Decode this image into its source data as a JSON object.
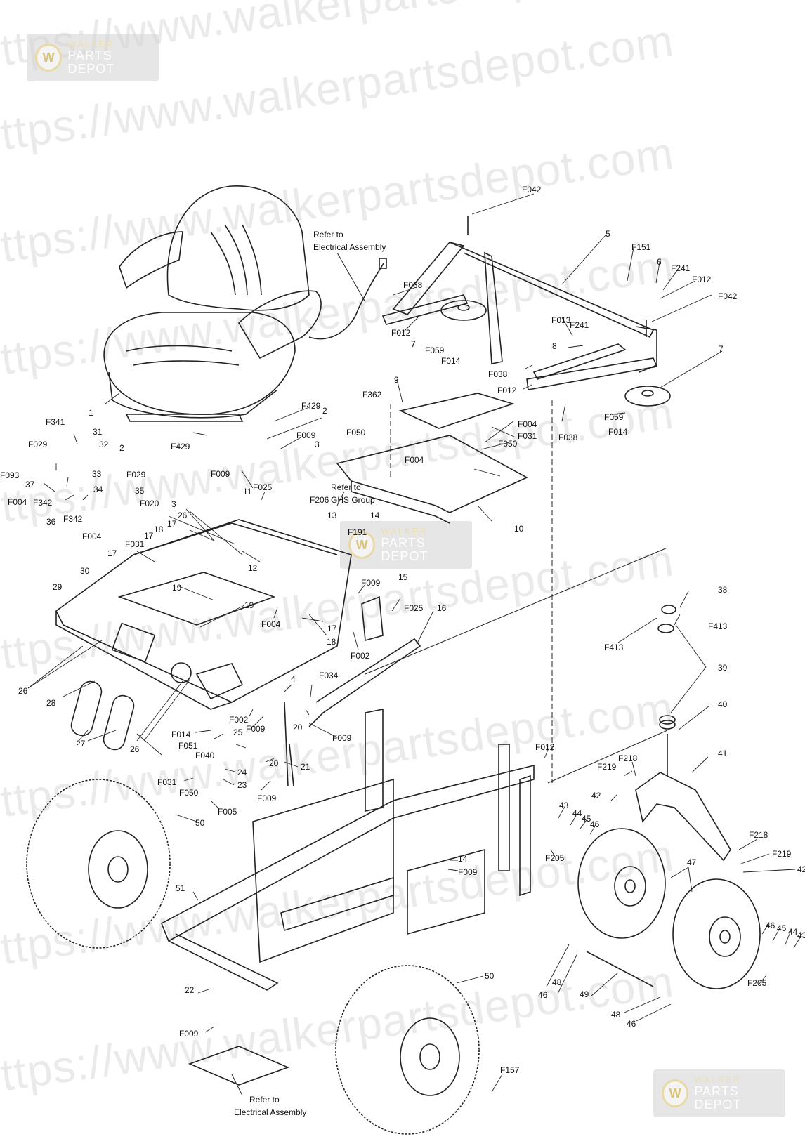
{
  "watermark": {
    "url_text": "https://www.walkerpartsdepot.com",
    "brand_top": "WALKER",
    "brand_bottom": "PARTS DEPOT"
  },
  "notes": {
    "seat_wiring": [
      "Refer to",
      "Electrical Assembly"
    ],
    "ghs_group": [
      "Refer to",
      "GHS Group"
    ],
    "bottom_wiring": [
      "Refer to",
      "Electrical Assembly"
    ]
  },
  "callouts": [
    {
      "id": "c-F042a",
      "label": "F042"
    },
    {
      "id": "c-5",
      "label": "5"
    },
    {
      "id": "c-F151",
      "label": "F151"
    },
    {
      "id": "c-6",
      "label": "6"
    },
    {
      "id": "c-F241a",
      "label": "F241"
    },
    {
      "id": "c-F012a",
      "label": "F012"
    },
    {
      "id": "c-F042b",
      "label": "F042"
    },
    {
      "id": "c-F038a",
      "label": "F038"
    },
    {
      "id": "c-F012b",
      "label": "F012"
    },
    {
      "id": "c-7a",
      "label": "7"
    },
    {
      "id": "c-F059a",
      "label": "F059"
    },
    {
      "id": "c-F014a",
      "label": "F014"
    },
    {
      "id": "c-F013",
      "label": "F013"
    },
    {
      "id": "c-F241b",
      "label": "F241"
    },
    {
      "id": "c-8",
      "label": "8"
    },
    {
      "id": "c-7b",
      "label": "7"
    },
    {
      "id": "c-F038b",
      "label": "F038"
    },
    {
      "id": "c-F012c",
      "label": "F012"
    },
    {
      "id": "c-F038c",
      "label": "F038"
    },
    {
      "id": "c-F059b",
      "label": "F059"
    },
    {
      "id": "c-F014b",
      "label": "F014"
    },
    {
      "id": "c-9",
      "label": "9"
    },
    {
      "id": "c-F362",
      "label": "F362"
    },
    {
      "id": "c-F004a",
      "label": "F004"
    },
    {
      "id": "c-F031a",
      "label": "F031"
    },
    {
      "id": "c-F050a",
      "label": "F050"
    },
    {
      "id": "c-F050b",
      "label": "F050"
    },
    {
      "id": "c-F004b",
      "label": "F004"
    },
    {
      "id": "c-10",
      "label": "10"
    },
    {
      "id": "c-1",
      "label": "1"
    },
    {
      "id": "c-F429a",
      "label": "F429"
    },
    {
      "id": "c-2a",
      "label": "2"
    },
    {
      "id": "c-F009a",
      "label": "F009"
    },
    {
      "id": "c-3a",
      "label": "3"
    },
    {
      "id": "c-2b",
      "label": "2"
    },
    {
      "id": "c-F429b",
      "label": "F429"
    },
    {
      "id": "c-F009b",
      "label": "F009"
    },
    {
      "id": "c-3b",
      "label": "3"
    },
    {
      "id": "c-11",
      "label": "11"
    },
    {
      "id": "c-F025a",
      "label": "F025"
    },
    {
      "id": "c-F206",
      "label": "F206"
    },
    {
      "id": "c-13",
      "label": "13"
    },
    {
      "id": "c-14a",
      "label": "14"
    },
    {
      "id": "c-F191",
      "label": "F191"
    },
    {
      "id": "c-F341",
      "label": "F341"
    },
    {
      "id": "c-31",
      "label": "31"
    },
    {
      "id": "c-32",
      "label": "32"
    },
    {
      "id": "c-F029a",
      "label": "F029"
    },
    {
      "id": "c-F093",
      "label": "F093"
    },
    {
      "id": "c-33",
      "label": "33"
    },
    {
      "id": "c-F029b",
      "label": "F029"
    },
    {
      "id": "c-37",
      "label": "37"
    },
    {
      "id": "c-34",
      "label": "34"
    },
    {
      "id": "c-35",
      "label": "35"
    },
    {
      "id": "c-F004c",
      "label": "F004"
    },
    {
      "id": "c-F342a",
      "label": "F342"
    },
    {
      "id": "c-F020",
      "label": "F020"
    },
    {
      "id": "c-36",
      "label": "36"
    },
    {
      "id": "c-F342b",
      "label": "F342"
    },
    {
      "id": "c-F004d",
      "label": "F004"
    },
    {
      "id": "c-26a",
      "label": "26"
    },
    {
      "id": "c-17a",
      "label": "17"
    },
    {
      "id": "c-18a",
      "label": "18"
    },
    {
      "id": "c-17b",
      "label": "17"
    },
    {
      "id": "c-F031b",
      "label": "F031"
    },
    {
      "id": "c-17c",
      "label": "17"
    },
    {
      "id": "c-12",
      "label": "12"
    },
    {
      "id": "c-30",
      "label": "30"
    },
    {
      "id": "c-29",
      "label": "29"
    },
    {
      "id": "c-19a",
      "label": "19"
    },
    {
      "id": "c-19b",
      "label": "19"
    },
    {
      "id": "c-F004e",
      "label": "F004"
    },
    {
      "id": "c-17d",
      "label": "17"
    },
    {
      "id": "c-18b",
      "label": "18"
    },
    {
      "id": "c-F009c",
      "label": "F009"
    },
    {
      "id": "c-15",
      "label": "15"
    },
    {
      "id": "c-F025b",
      "label": "F025"
    },
    {
      "id": "c-16",
      "label": "16"
    },
    {
      "id": "c-F002a",
      "label": "F002"
    },
    {
      "id": "c-26b",
      "label": "26"
    },
    {
      "id": "c-28",
      "label": "28"
    },
    {
      "id": "c-27",
      "label": "27"
    },
    {
      "id": "c-26c",
      "label": "26"
    },
    {
      "id": "c-F034",
      "label": "F034"
    },
    {
      "id": "c-4",
      "label": "4"
    },
    {
      "id": "c-F002b",
      "label": "F002"
    },
    {
      "id": "c-F009d",
      "label": "F009"
    },
    {
      "id": "c-20a",
      "label": "20"
    },
    {
      "id": "c-F009e",
      "label": "F009"
    },
    {
      "id": "c-F014c",
      "label": "F014"
    },
    {
      "id": "c-F051",
      "label": "F051"
    },
    {
      "id": "c-25",
      "label": "25"
    },
    {
      "id": "c-F040",
      "label": "F040"
    },
    {
      "id": "c-20b",
      "label": "20"
    },
    {
      "id": "c-21",
      "label": "21"
    },
    {
      "id": "c-24",
      "label": "24"
    },
    {
      "id": "c-F031c",
      "label": "F031"
    },
    {
      "id": "c-F050c",
      "label": "F050"
    },
    {
      "id": "c-23",
      "label": "23"
    },
    {
      "id": "c-F009f",
      "label": "F009"
    },
    {
      "id": "c-F005",
      "label": "F005"
    },
    {
      "id": "c-50a",
      "label": "50"
    },
    {
      "id": "c-38",
      "label": "38"
    },
    {
      "id": "c-F413a",
      "label": "F413"
    },
    {
      "id": "c-F413b",
      "label": "F413"
    },
    {
      "id": "c-39",
      "label": "39"
    },
    {
      "id": "c-40",
      "label": "40"
    },
    {
      "id": "c-41",
      "label": "41"
    },
    {
      "id": "c-F012d",
      "label": "F012"
    },
    {
      "id": "c-F218a",
      "label": "F218"
    },
    {
      "id": "c-F219a",
      "label": "F219"
    },
    {
      "id": "c-42a",
      "label": "42"
    },
    {
      "id": "c-43a",
      "label": "43"
    },
    {
      "id": "c-44a",
      "label": "44"
    },
    {
      "id": "c-45a",
      "label": "45"
    },
    {
      "id": "c-46a",
      "label": "46"
    },
    {
      "id": "c-F205a",
      "label": "F205"
    },
    {
      "id": "c-F218b",
      "label": "F218"
    },
    {
      "id": "c-F219b",
      "label": "F219"
    },
    {
      "id": "c-42b",
      "label": "42"
    },
    {
      "id": "c-47",
      "label": "47"
    },
    {
      "id": "c-14b",
      "label": "14"
    },
    {
      "id": "c-F009g",
      "label": "F009"
    },
    {
      "id": "c-51",
      "label": "51"
    },
    {
      "id": "c-46b",
      "label": "46"
    },
    {
      "id": "c-45b",
      "label": "45"
    },
    {
      "id": "c-44b",
      "label": "44"
    },
    {
      "id": "c-43b",
      "label": "43"
    },
    {
      "id": "c-F205b",
      "label": "F205"
    },
    {
      "id": "c-46c",
      "label": "46"
    },
    {
      "id": "c-48a",
      "label": "48"
    },
    {
      "id": "c-49",
      "label": "49"
    },
    {
      "id": "c-48b",
      "label": "48"
    },
    {
      "id": "c-46d",
      "label": "46"
    },
    {
      "id": "c-22",
      "label": "22"
    },
    {
      "id": "c-50b",
      "label": "50"
    },
    {
      "id": "c-F009h",
      "label": "F009"
    },
    {
      "id": "c-F157",
      "label": "F157"
    }
  ]
}
